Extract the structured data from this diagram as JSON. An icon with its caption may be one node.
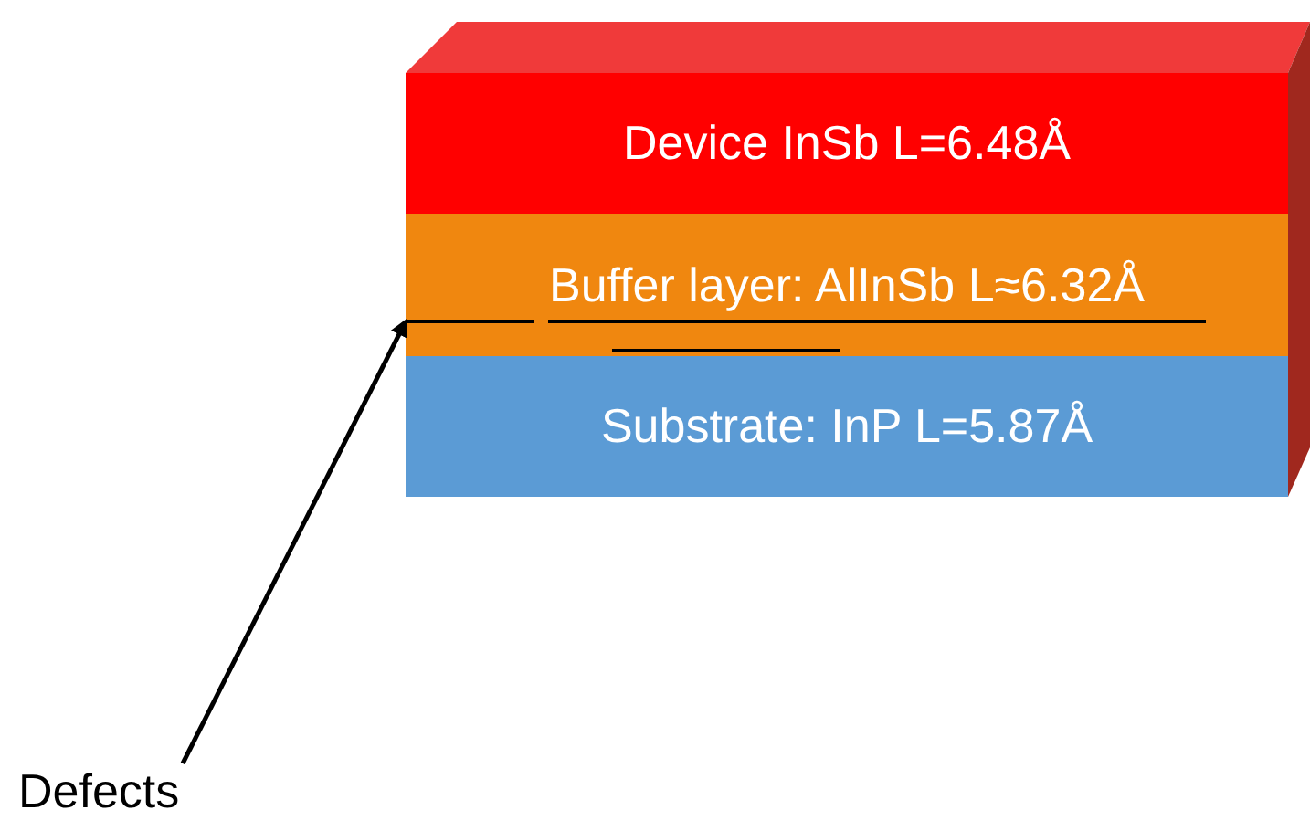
{
  "diagram": {
    "nodes": [
      {
        "text": [
          "Device InSb L=6.48Å"
        ]
      },
      {
        "text": [
          "Buffer layer: AlInSb L≈6.32Å"
        ]
      },
      {
        "text": [
          "Substrate: InP L=5.87Å"
        ]
      },
      {
        "text": [
          "Defects"
        ]
      }
    ],
    "edges": [
      {
        "from": 3,
        "to": 1,
        "arrow": "to"
      }
    ]
  }
}
